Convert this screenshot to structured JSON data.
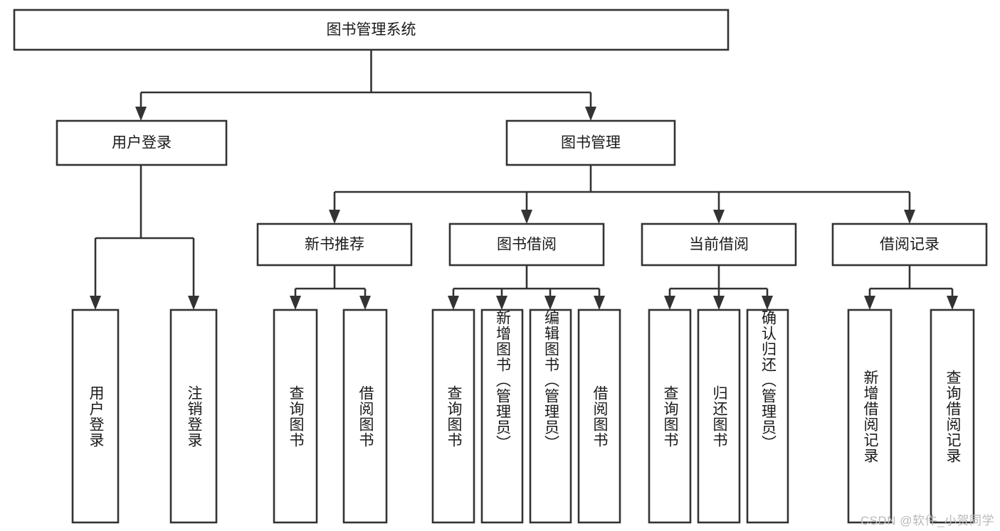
{
  "diagram": {
    "type": "tree-hierarchy",
    "title": "图书管理系统",
    "watermark": "CSDN @软件_小贺同学",
    "colors": {
      "box_stroke": "#333333",
      "box_fill": "#ffffff",
      "text": "#1a1a1a",
      "background": "#ffffff",
      "watermark": "#b9b9b9"
    },
    "root": {
      "label": "图书管理系统"
    },
    "level2": [
      {
        "id": "user-login",
        "label": "用户登录"
      },
      {
        "id": "book-manage",
        "label": "图书管理"
      }
    ],
    "level3": [
      {
        "id": "new-book-rec",
        "label": "新书推荐",
        "parent": "book-manage"
      },
      {
        "id": "book-borrow",
        "label": "图书借阅",
        "parent": "book-manage"
      },
      {
        "id": "current-borrow",
        "label": "当前借阅",
        "parent": "book-manage"
      },
      {
        "id": "borrow-record",
        "label": "借阅记录",
        "parent": "book-manage"
      }
    ],
    "leaves": {
      "user-login": [
        {
          "id": "leaf-user-login",
          "label": "用户登录"
        },
        {
          "id": "leaf-logout",
          "label": "注销登录"
        }
      ],
      "new-book-rec": [
        {
          "id": "leaf-query-book-1",
          "label": "查询图书"
        },
        {
          "id": "leaf-borrow-book-1",
          "label": "借阅图书"
        }
      ],
      "book-borrow": [
        {
          "id": "leaf-query-book-2",
          "label": "查询图书"
        },
        {
          "id": "leaf-add-book",
          "label": "新增图书（管理员）"
        },
        {
          "id": "leaf-edit-book",
          "label": "编辑图书（管理员）"
        },
        {
          "id": "leaf-borrow-book-2",
          "label": "借阅图书"
        }
      ],
      "current-borrow": [
        {
          "id": "leaf-query-book-3",
          "label": "查询图书"
        },
        {
          "id": "leaf-return-book",
          "label": "归还图书"
        },
        {
          "id": "leaf-confirm-return",
          "label": "确认归还（管理员）"
        }
      ],
      "borrow-record": [
        {
          "id": "leaf-add-record",
          "label": "新增借阅记录"
        },
        {
          "id": "leaf-query-record",
          "label": "查询借阅记录"
        }
      ]
    }
  }
}
